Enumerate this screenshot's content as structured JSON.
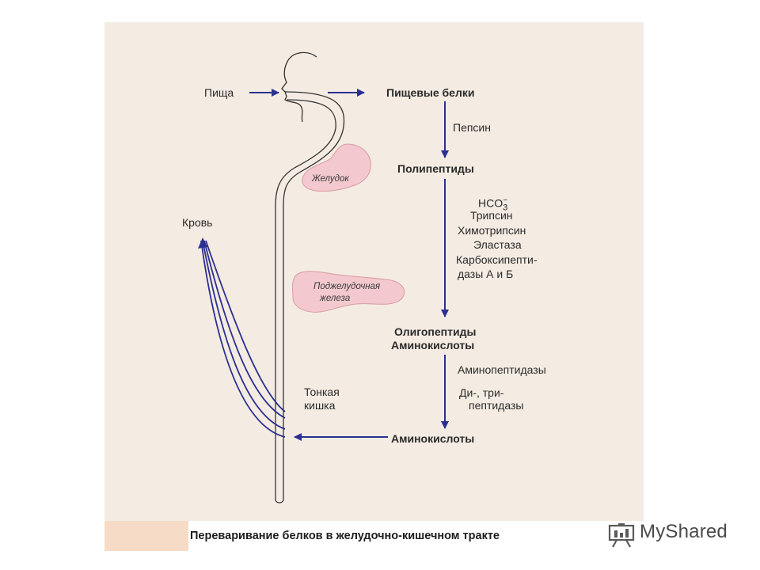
{
  "labels": {
    "food": "Пища",
    "dietary_proteins": "Пищевые белки",
    "pepsin": "Пепсин",
    "polypeptides": "Полипептиды",
    "hco3": "HCO",
    "hco3_sub": "3",
    "hco3_sup": "−",
    "trypsin": "Трипсин",
    "chymotrypsin": "Химотрипсин",
    "elastase": "Эластаза",
    "carboxy1": "Карбоксипепти-",
    "carboxy2": "дазы А и Б",
    "oligo1": "Олигопептиды",
    "oligo2": "Аминокислоты",
    "aminopeptidases": "Аминопептидазы",
    "ditri1": "Ди-, три-",
    "ditri2": "пептидазы",
    "amino_acids": "Аминокислоты",
    "blood": "Кровь",
    "small_int1": "Тонкая",
    "small_int2": "кишка",
    "stomach": "Желудок",
    "pancreas1": "Поджелудочная",
    "pancreas2": "железа"
  },
  "caption": "Переваривание белков в желудочно-кишечном тракте",
  "logo": "MyShared",
  "colors": {
    "arrow": "#2b2f8f",
    "organ_fill": "#f3c9cf",
    "organ_stroke": "#d99aa4",
    "panel": "#f4ece3",
    "caption_bar": "#f6dcc6"
  }
}
